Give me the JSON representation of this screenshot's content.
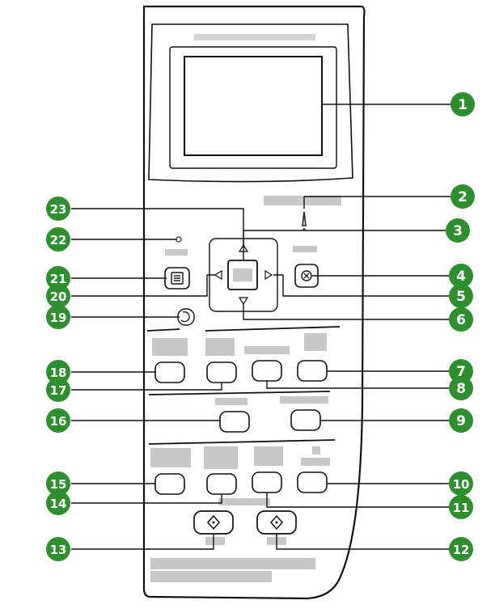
{
  "callouts": [
    {
      "id": "callout-1",
      "label": "1"
    },
    {
      "id": "callout-2",
      "label": "2"
    },
    {
      "id": "callout-3",
      "label": "3"
    },
    {
      "id": "callout-4",
      "label": "4"
    },
    {
      "id": "callout-5",
      "label": "5"
    },
    {
      "id": "callout-6",
      "label": "6"
    },
    {
      "id": "callout-7",
      "label": "7"
    },
    {
      "id": "callout-8",
      "label": "8"
    },
    {
      "id": "callout-9",
      "label": "9"
    },
    {
      "id": "callout-10",
      "label": "10"
    },
    {
      "id": "callout-11",
      "label": "11"
    },
    {
      "id": "callout-12",
      "label": "12"
    },
    {
      "id": "callout-13",
      "label": "13"
    },
    {
      "id": "callout-14",
      "label": "14"
    },
    {
      "id": "callout-15",
      "label": "15"
    },
    {
      "id": "callout-16",
      "label": "16"
    },
    {
      "id": "callout-17",
      "label": "17"
    },
    {
      "id": "callout-18",
      "label": "18"
    },
    {
      "id": "callout-19",
      "label": "19"
    },
    {
      "id": "callout-20",
      "label": "20"
    },
    {
      "id": "callout-21",
      "label": "21"
    },
    {
      "id": "callout-22",
      "label": "22"
    },
    {
      "id": "callout-23",
      "label": "23"
    }
  ],
  "colors": {
    "callout_fill": "#2d8f2d",
    "callout_text": "#ffffff",
    "outline": "#111111",
    "label_placeholder": "#c8c8c8"
  },
  "icons": {
    "warning": "exclamation-icon",
    "cancel": "x-circle-icon",
    "back": "back-arrow-icon",
    "menu": "menu-icon",
    "start": "diamond-start-icon"
  }
}
